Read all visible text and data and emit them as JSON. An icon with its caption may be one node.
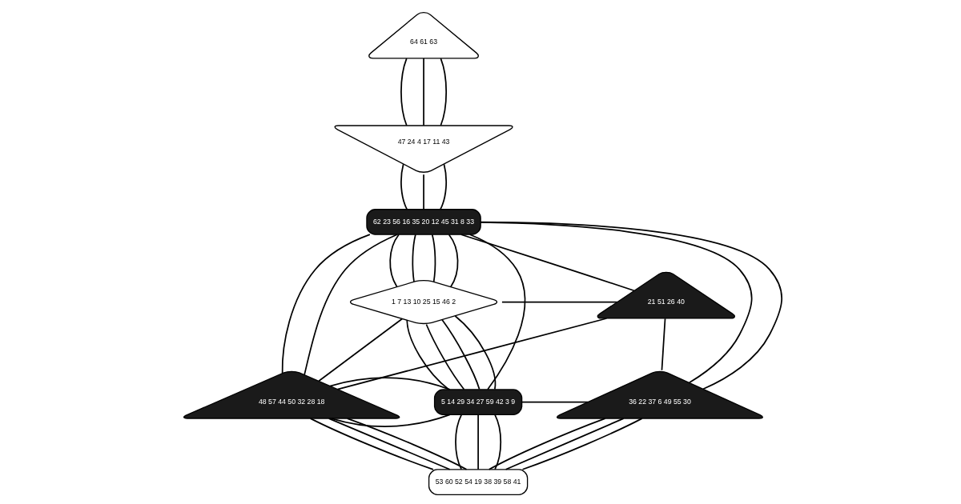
{
  "diagram": {
    "nodes": [
      {
        "text": [
          "64",
          "61",
          "63"
        ]
      },
      {
        "text": [
          "47",
          "24",
          "4",
          "17",
          "11",
          "43"
        ]
      },
      {
        "text": [
          "62",
          "23",
          "56",
          "16",
          "35",
          "20",
          "12",
          "45",
          "31",
          "8",
          "33"
        ]
      },
      {
        "text": [
          "1",
          "7",
          "13",
          "10",
          "25",
          "15",
          "46",
          "2"
        ]
      },
      {
        "text": [
          "21",
          "51",
          "26",
          "40"
        ]
      },
      {
        "text": [
          "48",
          "57",
          "44",
          "50",
          "32",
          "28",
          "18"
        ]
      },
      {
        "text": [
          "5",
          "14",
          "29",
          "34",
          "27",
          "59",
          "42",
          "3",
          "9"
        ]
      },
      {
        "text": [
          "36",
          "22",
          "37",
          "6",
          "49",
          "55",
          "30"
        ]
      },
      {
        "text": [
          "53",
          "60",
          "52",
          "54",
          "19",
          "38",
          "39",
          "58",
          "41"
        ]
      }
    ],
    "edges": [
      {
        "from": 0,
        "to": 1,
        "arrow": "none"
      },
      {
        "from": 0,
        "to": 1,
        "arrow": "none"
      },
      {
        "from": 0,
        "to": 1,
        "arrow": "none"
      },
      {
        "from": 1,
        "to": 2,
        "arrow": "none"
      },
      {
        "from": 1,
        "to": 2,
        "arrow": "none"
      },
      {
        "from": 1,
        "to": 2,
        "arrow": "none"
      },
      {
        "from": 2,
        "to": 3,
        "arrow": "none"
      },
      {
        "from": 2,
        "to": 3,
        "arrow": "none"
      },
      {
        "from": 2,
        "to": 3,
        "arrow": "none"
      },
      {
        "from": 2,
        "to": 3,
        "arrow": "none"
      },
      {
        "from": 2,
        "to": 5,
        "arrow": "none"
      },
      {
        "from": 2,
        "to": 5,
        "arrow": "none"
      },
      {
        "from": 2,
        "to": 6,
        "arrow": "none"
      },
      {
        "from": 2,
        "to": 4,
        "arrow": "none"
      },
      {
        "from": 2,
        "to": 7,
        "arrow": "none"
      },
      {
        "from": 2,
        "to": 7,
        "arrow": "none"
      },
      {
        "from": 3,
        "to": 4,
        "arrow": "none"
      },
      {
        "from": 3,
        "to": 5,
        "arrow": "none"
      },
      {
        "from": 3,
        "to": 6,
        "arrow": "none"
      },
      {
        "from": 3,
        "to": 6,
        "arrow": "none"
      },
      {
        "from": 3,
        "to": 6,
        "arrow": "none"
      },
      {
        "from": 3,
        "to": 6,
        "arrow": "none"
      },
      {
        "from": 4,
        "to": 5,
        "arrow": "none"
      },
      {
        "from": 4,
        "to": 7,
        "arrow": "none"
      },
      {
        "from": 5,
        "to": 6,
        "arrow": "none"
      },
      {
        "from": 5,
        "to": 6,
        "arrow": "none"
      },
      {
        "from": 6,
        "to": 7,
        "arrow": "none"
      },
      {
        "from": 6,
        "to": 8,
        "arrow": "none"
      },
      {
        "from": 6,
        "to": 8,
        "arrow": "none"
      },
      {
        "from": 6,
        "to": 8,
        "arrow": "none"
      },
      {
        "from": 5,
        "to": 8,
        "arrow": "none"
      },
      {
        "from": 5,
        "to": 8,
        "arrow": "none"
      },
      {
        "from": 5,
        "to": 8,
        "arrow": "none"
      },
      {
        "from": 7,
        "to": 8,
        "arrow": "none"
      },
      {
        "from": 7,
        "to": 8,
        "arrow": "none"
      },
      {
        "from": 7,
        "to": 8,
        "arrow": "none"
      }
    ]
  }
}
